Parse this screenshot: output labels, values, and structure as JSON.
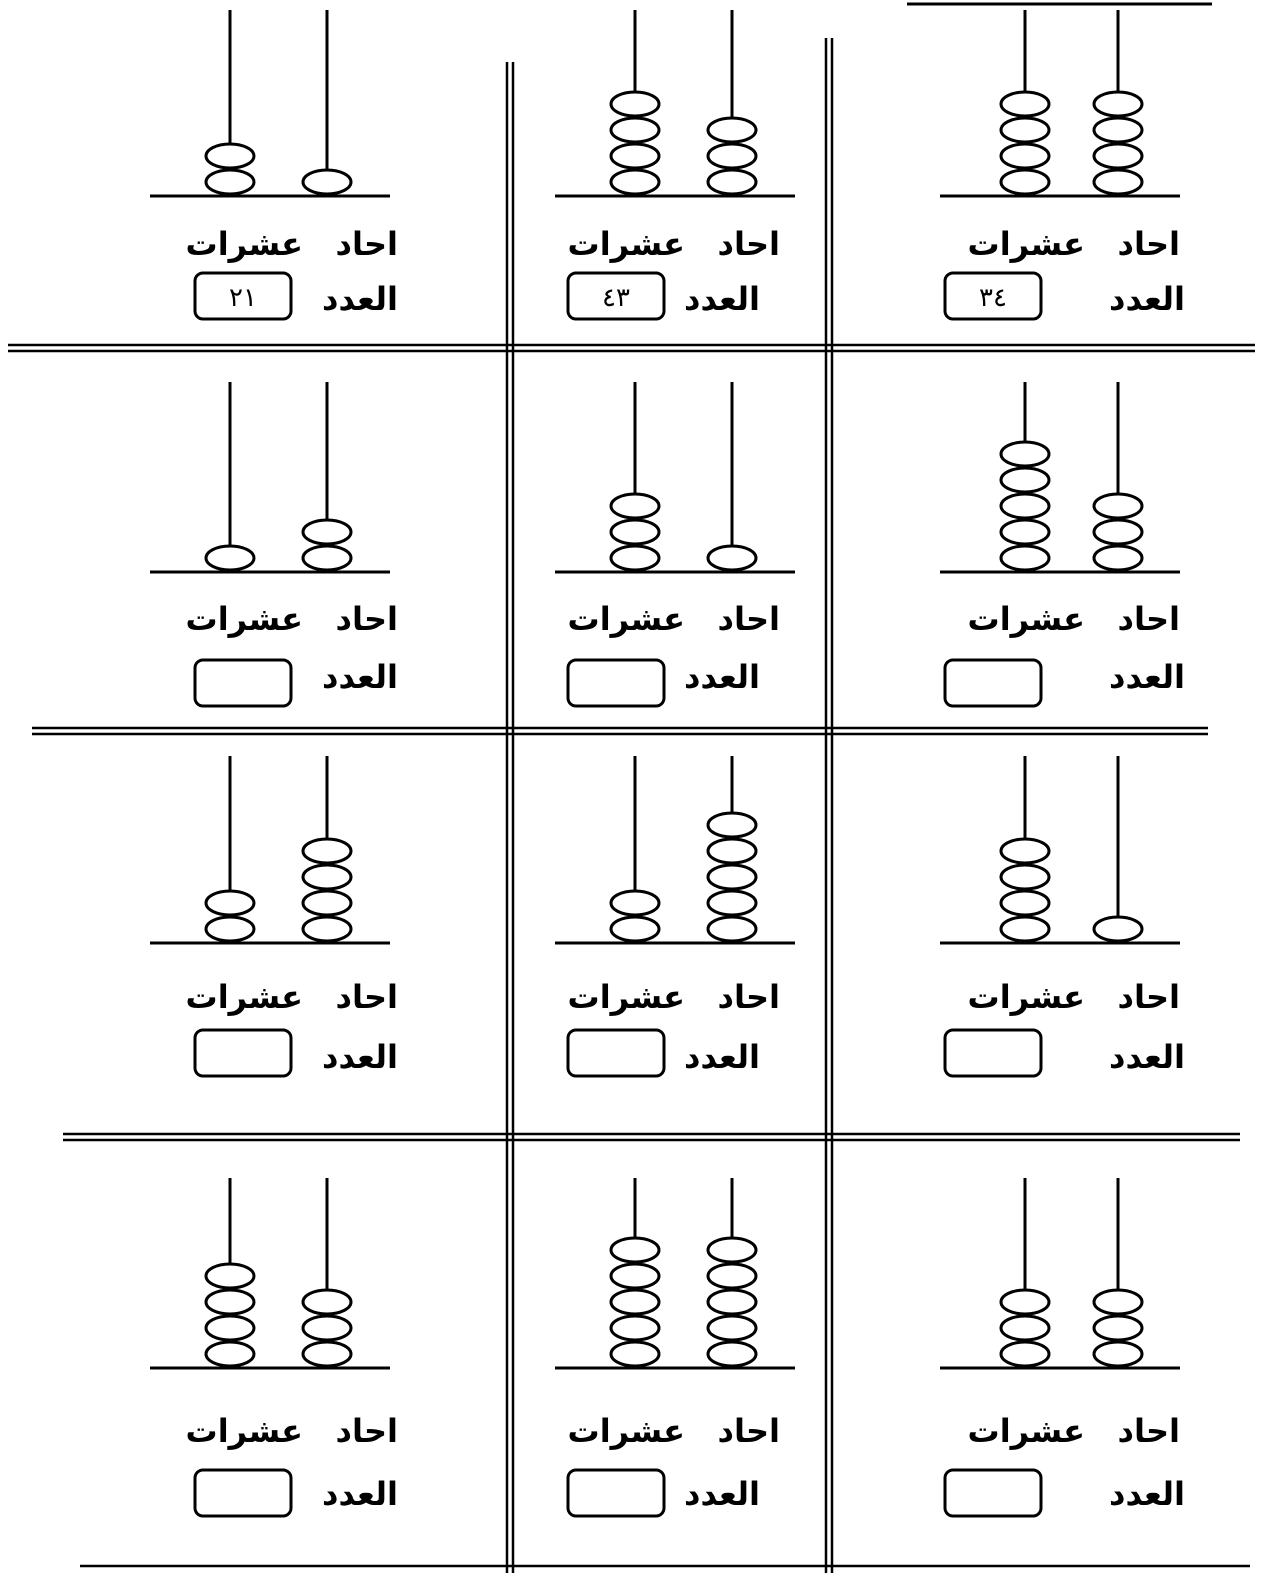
{
  "labels": {
    "ones": "احاد",
    "tens": "عشرات",
    "number": "العدد"
  },
  "colors": {
    "ink": "#000000",
    "paper": "#ffffff"
  },
  "abaci": [
    {
      "tens": 4,
      "ones": 4,
      "answer": "٣٤"
    },
    {
      "tens": 4,
      "ones": 3,
      "answer": "٤٣"
    },
    {
      "tens": 2,
      "ones": 1,
      "answer": "٢١"
    },
    {
      "tens": 5,
      "ones": 3,
      "answer": ""
    },
    {
      "tens": 3,
      "ones": 1,
      "answer": ""
    },
    {
      "tens": 1,
      "ones": 2,
      "answer": ""
    },
    {
      "tens": 4,
      "ones": 1,
      "answer": ""
    },
    {
      "tens": 2,
      "ones": 5,
      "answer": ""
    },
    {
      "tens": 2,
      "ones": 4,
      "answer": ""
    },
    {
      "tens": 3,
      "ones": 3,
      "answer": ""
    },
    {
      "tens": 5,
      "ones": 5,
      "answer": ""
    },
    {
      "tens": 4,
      "ones": 3,
      "answer": ""
    }
  ]
}
